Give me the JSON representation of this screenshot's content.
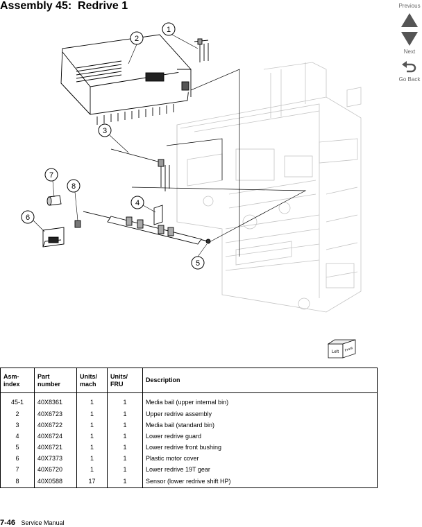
{
  "title": "Assembly 45:  Redrive 1",
  "nav": {
    "previous": "Previous",
    "next": "Next",
    "go_back": "Go Back"
  },
  "callouts": [
    "1",
    "2",
    "3",
    "4",
    "5",
    "6",
    "7",
    "8"
  ],
  "orientation_labels": {
    "left": "Left",
    "front": "Front"
  },
  "table": {
    "headers": {
      "asm_index": "Asm-\nindex",
      "part_number": "Part\nnumber",
      "units_mach": "Units/\nmach",
      "units_fru": "Units/\nFRU",
      "description": "Description"
    },
    "rows": [
      {
        "asm": "45-1",
        "part": "40X8361",
        "mach": "1",
        "fru": "1",
        "desc": "Media bail (upper internal bin)"
      },
      {
        "asm": "2",
        "part": "40X6723",
        "mach": "1",
        "fru": "1",
        "desc": "Upper redrive assembly"
      },
      {
        "asm": "3",
        "part": "40X6722",
        "mach": "1",
        "fru": "1",
        "desc": "Media bail (standard bin)"
      },
      {
        "asm": "4",
        "part": "40X6724",
        "mach": "1",
        "fru": "1",
        "desc": "Lower redrive guard"
      },
      {
        "asm": "5",
        "part": "40X6721",
        "mach": "1",
        "fru": "1",
        "desc": "Lower redrive front bushing"
      },
      {
        "asm": "6",
        "part": "40X7373",
        "mach": "1",
        "fru": "1",
        "desc": "Plastic motor cover"
      },
      {
        "asm": "7",
        "part": "40X6720",
        "mach": "1",
        "fru": "1",
        "desc": "Lower redrive 19T gear"
      },
      {
        "asm": "8",
        "part": "40X0588",
        "mach": "17",
        "fru": "1",
        "desc": "Sensor (lower redrive shift HP)"
      }
    ]
  },
  "footer": {
    "page": "7-46",
    "manual": "Service Manual"
  }
}
